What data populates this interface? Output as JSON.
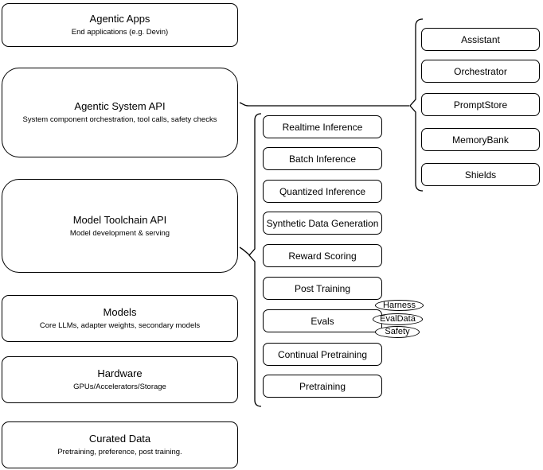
{
  "diagram": {
    "stack": {
      "layers": [
        {
          "title": "Agentic Apps",
          "subtitle": "End applications (e.g. Devin)"
        },
        {
          "title": "Agentic System API",
          "subtitle": "System component orchestration, tool calls, safety checks"
        },
        {
          "title": "Model Toolchain API",
          "subtitle": "Model development & serving"
        },
        {
          "title": "Models",
          "subtitle": "Core LLMs, adapter weights, secondary models"
        },
        {
          "title": "Hardware",
          "subtitle": "GPUs/Accelerators/Storage"
        },
        {
          "title": "Curated Data",
          "subtitle": "Pretraining, preference, post training."
        }
      ]
    },
    "toolchain_group": {
      "items": [
        "Realtime Inference",
        "Batch Inference",
        "Quantized Inference",
        "Synthetic Data Generation",
        "Reward Scoring",
        "Post Training",
        "Evals",
        "Continual Pretraining",
        "Pretraining"
      ]
    },
    "system_group": {
      "items": [
        "Assistant",
        "Orchestrator",
        "PromptStore",
        "MemoryBank",
        "Shields"
      ]
    },
    "eval_tags": [
      "Harness",
      "EvalData",
      "Safety"
    ],
    "colors": {
      "stroke": "#000000",
      "background": "#ffffff"
    }
  }
}
